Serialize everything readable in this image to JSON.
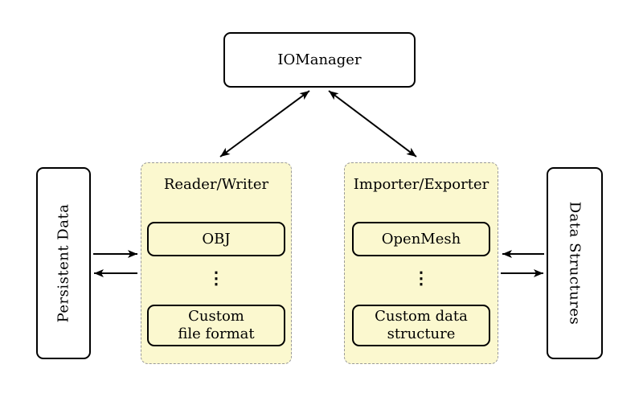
{
  "colors": {
    "group_fill": "#FBF8CF",
    "group_border": "#9a9a9a",
    "node_border": "#000000",
    "node_fill": "#ffffff",
    "arrow": "#000000",
    "text": "#000000"
  },
  "nodes": {
    "io_manager": "IOManager",
    "persistent_data": "Persistent Data",
    "data_structures": "Data Structures"
  },
  "groups": {
    "reader_writer": {
      "title": "Reader/Writer",
      "top_item": "OBJ",
      "dots": "⋮",
      "bottom_item_line1": "Custom",
      "bottom_item_line2": "file format"
    },
    "importer_exporter": {
      "title": "Importer/Exporter",
      "top_item": "OpenMesh",
      "dots": "⋮",
      "bottom_item_line1": "Custom data",
      "bottom_item_line2": "structure"
    }
  }
}
